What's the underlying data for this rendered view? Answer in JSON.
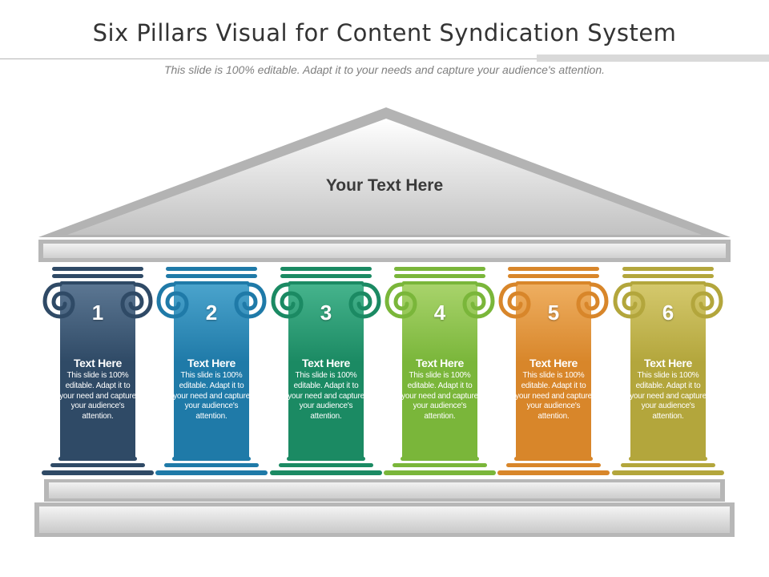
{
  "header": {
    "title": "Six Pillars Visual for Content Syndication System",
    "subtitle": "This slide is 100% editable. Adapt it to your needs and capture your audience's attention."
  },
  "roof": {
    "text": "Your Text Here"
  },
  "pillars": [
    {
      "number": "1",
      "title": "Text Here",
      "text": "This slide is 100% editable. Adapt it to your need and capture your audience's attention.",
      "color_dark": "#2f4a66",
      "color_light": "#5b7692"
    },
    {
      "number": "2",
      "title": "Text Here",
      "text": "This slide is 100% editable. Adapt it to your need and capture your audience's attention.",
      "color_dark": "#1f7aa8",
      "color_light": "#4aa3cc"
    },
    {
      "number": "3",
      "title": "Text Here",
      "text": "This slide is 100% editable. Adapt it to your need and capture your audience's attention.",
      "color_dark": "#1b8a63",
      "color_light": "#45b38c"
    },
    {
      "number": "4",
      "title": "Text Here",
      "text": "This slide is 100% editable. Adapt it to your need and capture your audience's attention.",
      "color_dark": "#7ab63a",
      "color_light": "#a8d36b"
    },
    {
      "number": "5",
      "title": "Text Here",
      "text": "This slide is 100% editable. Adapt it to your need and capture your audience's attention.",
      "color_dark": "#d8862a",
      "color_light": "#eeae60"
    },
    {
      "number": "6",
      "title": "Text Here",
      "text": "This slide is 100% editable. Adapt it to your need and capture your audience's attention.",
      "color_dark": "#b3a63c",
      "color_light": "#d4c86c"
    }
  ]
}
